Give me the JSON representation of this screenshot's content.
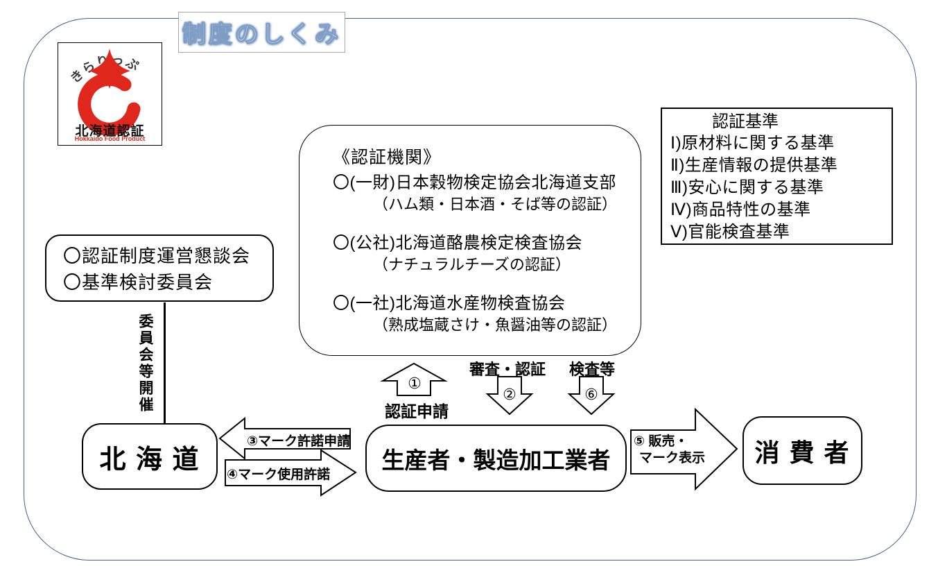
{
  "page": {
    "title": "制度のしくみ"
  },
  "logo": {
    "arc_text": "きらりっぷ",
    "name": "北海道認証",
    "subtitle": "Hokkaido Food Product"
  },
  "cert_bodies": {
    "heading": "《認証機関》",
    "items": [
      {
        "name": "〇(一財)日本穀物検定協会北海道支部",
        "note": "（ハム類・日本酒・そば等の認証）"
      },
      {
        "name": "〇(公社)北海道酪農検定検査協会",
        "note": "（ナチュラルチーズの認証）"
      },
      {
        "name": "〇(一社)北海道水産物検査協会",
        "note": "（熟成塩蔵さけ・魚醤油等の認証）"
      }
    ]
  },
  "criteria": {
    "heading": "認証基準",
    "items": [
      "Ⅰ)原材料に関する基準",
      "Ⅱ)生産情報の提供基準",
      "Ⅲ)安心に関する基準",
      "Ⅳ)商品特性の基準",
      "Ⅴ)官能検査基準"
    ]
  },
  "committee": {
    "line1": "〇認証制度運営懇談会",
    "line2": "〇基準検討委員会",
    "vertical_label": "委員会等開催"
  },
  "entities": {
    "hokkaido": "北 海 道",
    "producer": "生産者・製造加工業者",
    "consumer": "消 費 者"
  },
  "arrows": {
    "apply": {
      "number": "①",
      "label": "認証申請"
    },
    "examine": {
      "number": "②",
      "label": "審査・認証"
    },
    "inspect": {
      "number": "⑥",
      "label": "検査等"
    },
    "mark_apply": {
      "label": "③マーク許諾申請"
    },
    "mark_license": {
      "label": "④マーク使用許諾"
    },
    "sell": {
      "label_line1": "⑤ 販売・",
      "label_line2": "マーク表示"
    }
  },
  "colors": {
    "frame_blue": "#41618c",
    "logo_red": "#e0271c",
    "line_black": "#000000"
  }
}
